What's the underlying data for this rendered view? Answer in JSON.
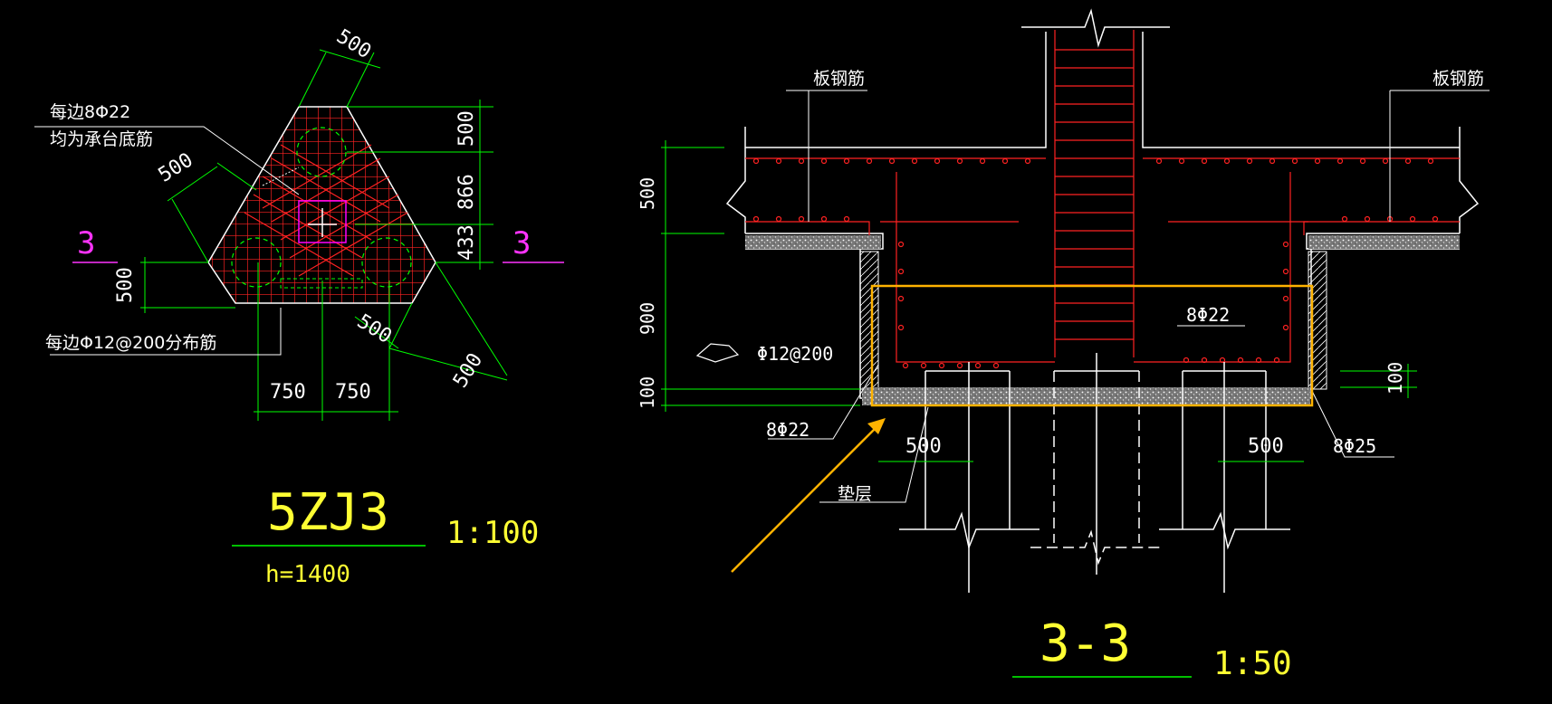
{
  "colors": {
    "background": "#000000",
    "concrete": "#ffffff",
    "rebar": "#ff2222",
    "dimension": "#00ff00",
    "label_text": "#ffffff",
    "title": "#ffff33",
    "section_mark": "#ff33ff",
    "highlight": "#ffb300",
    "column": "#ff00ff"
  },
  "plan_view": {
    "dims": {
      "top_edge": "500",
      "left_edge": "500",
      "right_500": "500",
      "right_866": "866",
      "right_433": "433",
      "left_height": "500",
      "bottom_right_inner": "500",
      "bottom_right_outer": "500",
      "bottom_left": "750",
      "bottom_right": "750"
    },
    "notes": {
      "bottom_bars_line1": "每边8Φ22",
      "bottom_bars_line2": "均为承台底筋",
      "distribution_bars": "每边Φ12@200分布筋"
    },
    "section_mark_left": "3",
    "section_mark_right": "3",
    "title": "5ZJ3",
    "scale": "1:100",
    "height_note": "h=1400"
  },
  "section_view": {
    "labels": {
      "slab_rebar_left": "板钢筋",
      "slab_rebar_right": "板钢筋",
      "stirrup": "Φ12@200",
      "bars_8_22_top": "8Φ22",
      "bars_8_22_bottom": "8Φ22",
      "bars_8_25": "8Φ25",
      "cushion": "垫层"
    },
    "dims": {
      "slab_500": "500",
      "cap_900": "900",
      "cushion_100_left": "100",
      "cushion_100_right": "100",
      "pile_500_left": "500",
      "pile_500_right": "500"
    },
    "title": "3-3",
    "scale": "1:50"
  }
}
